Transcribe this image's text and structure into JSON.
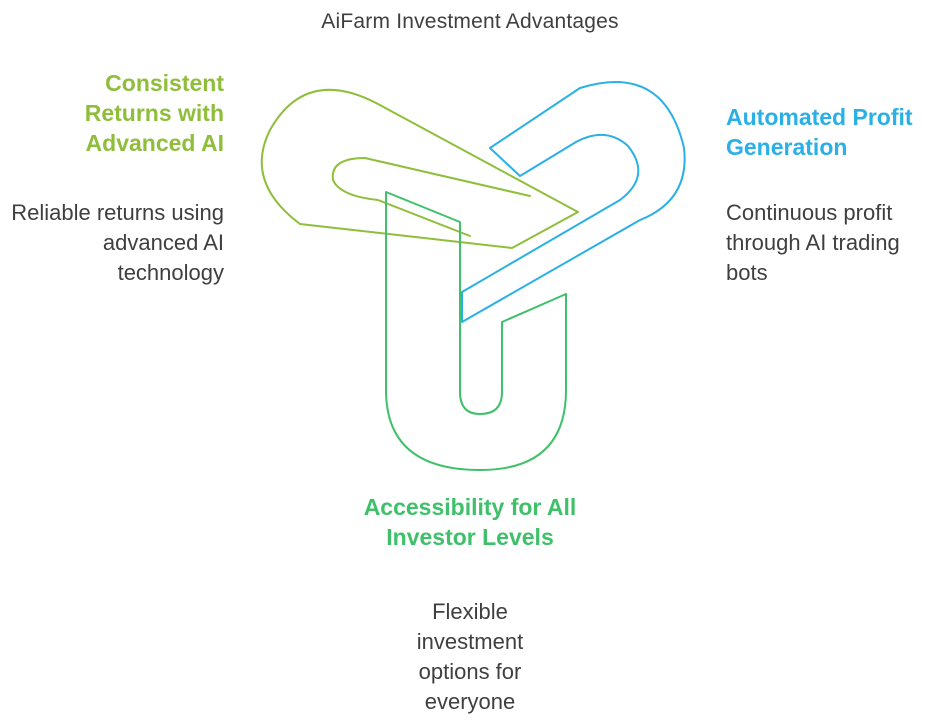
{
  "title": "AiFarm Investment Advantages",
  "colors": {
    "lime": "#8fbe3b",
    "blue": "#2ab0e6",
    "green": "#3fc06a",
    "text": "#3f3f3f"
  },
  "items": [
    {
      "heading": "Consistent Returns with Advanced AI",
      "description": "Reliable returns using advanced AI technology",
      "color": "lime"
    },
    {
      "heading": "Automated Profit Generation",
      "description": "Continuous profit through AI trading bots",
      "color": "blue"
    },
    {
      "heading": "Accessibility for All Investor Levels",
      "description": "Flexible investment options for everyone",
      "color": "green"
    }
  ]
}
